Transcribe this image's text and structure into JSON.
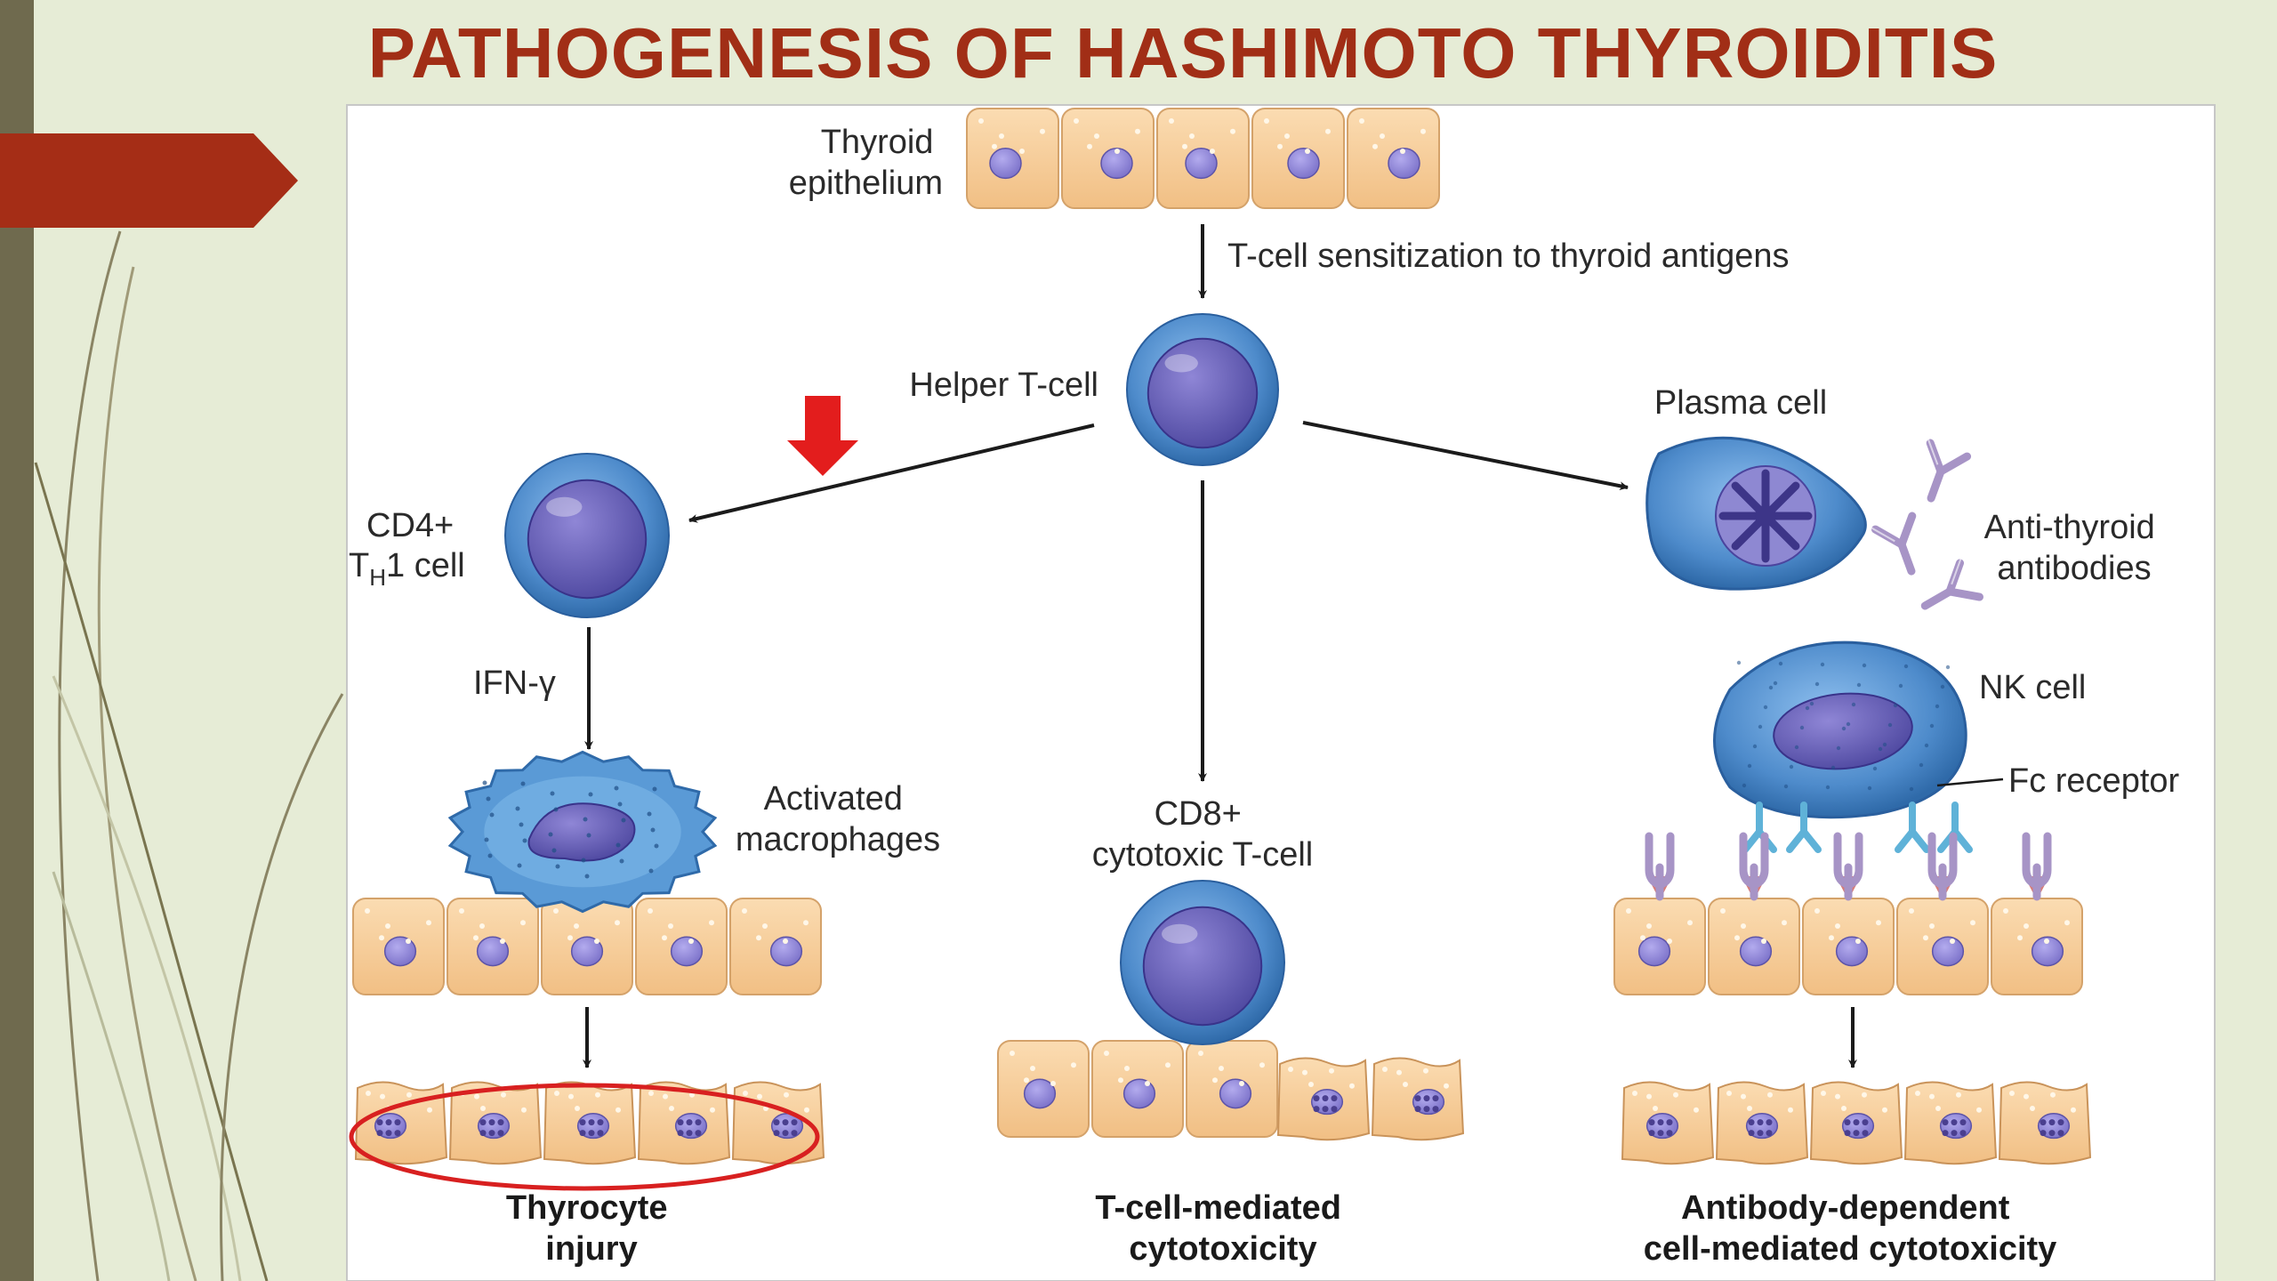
{
  "slide": {
    "title": "PATHOGENESIS OF HASHIMOTO THYROIDITIS",
    "colors": {
      "background": "#e6ecd6",
      "left_bar": "#6f6a4e",
      "arrow_tab": "#a52d16",
      "title": "#a12e16",
      "cell_fill": "#f8cd98",
      "cell_nucleus": "#8c82d4",
      "lymphocyte": "#4d88c9",
      "antibody": "#a794c6",
      "highlight_arrow": "#e31d1d",
      "highlight_ellipse": "#d82020"
    }
  },
  "diagram": {
    "labels": {
      "thyroid_epithelium": [
        "Thyroid",
        "epithelium"
      ],
      "sensitization": "T-cell sensitization to thyroid antigens",
      "helper_t_cell": "Helper T-cell",
      "cd4_line1": "CD4+",
      "th_T": "T",
      "th_sub": "H",
      "th_rest": "1 cell",
      "ifn": "IFN-γ",
      "activated_macrophages": [
        "Activated",
        "macrophages"
      ],
      "cd8": [
        "CD8+",
        "cytotoxic T-cell"
      ],
      "plasma_cell": "Plasma cell",
      "anti_thyroid_antibodies": [
        "Anti-thyroid",
        "antibodies"
      ],
      "nk_cell": "NK cell",
      "fc_receptor": "Fc receptor",
      "outcome_left": [
        "Thyrocyte",
        "injury"
      ],
      "outcome_center": [
        "T-cell-mediated",
        "cytotoxicity"
      ],
      "outcome_right": [
        "Antibody-dependent",
        "cell-mediated cytotoxicity"
      ]
    }
  }
}
